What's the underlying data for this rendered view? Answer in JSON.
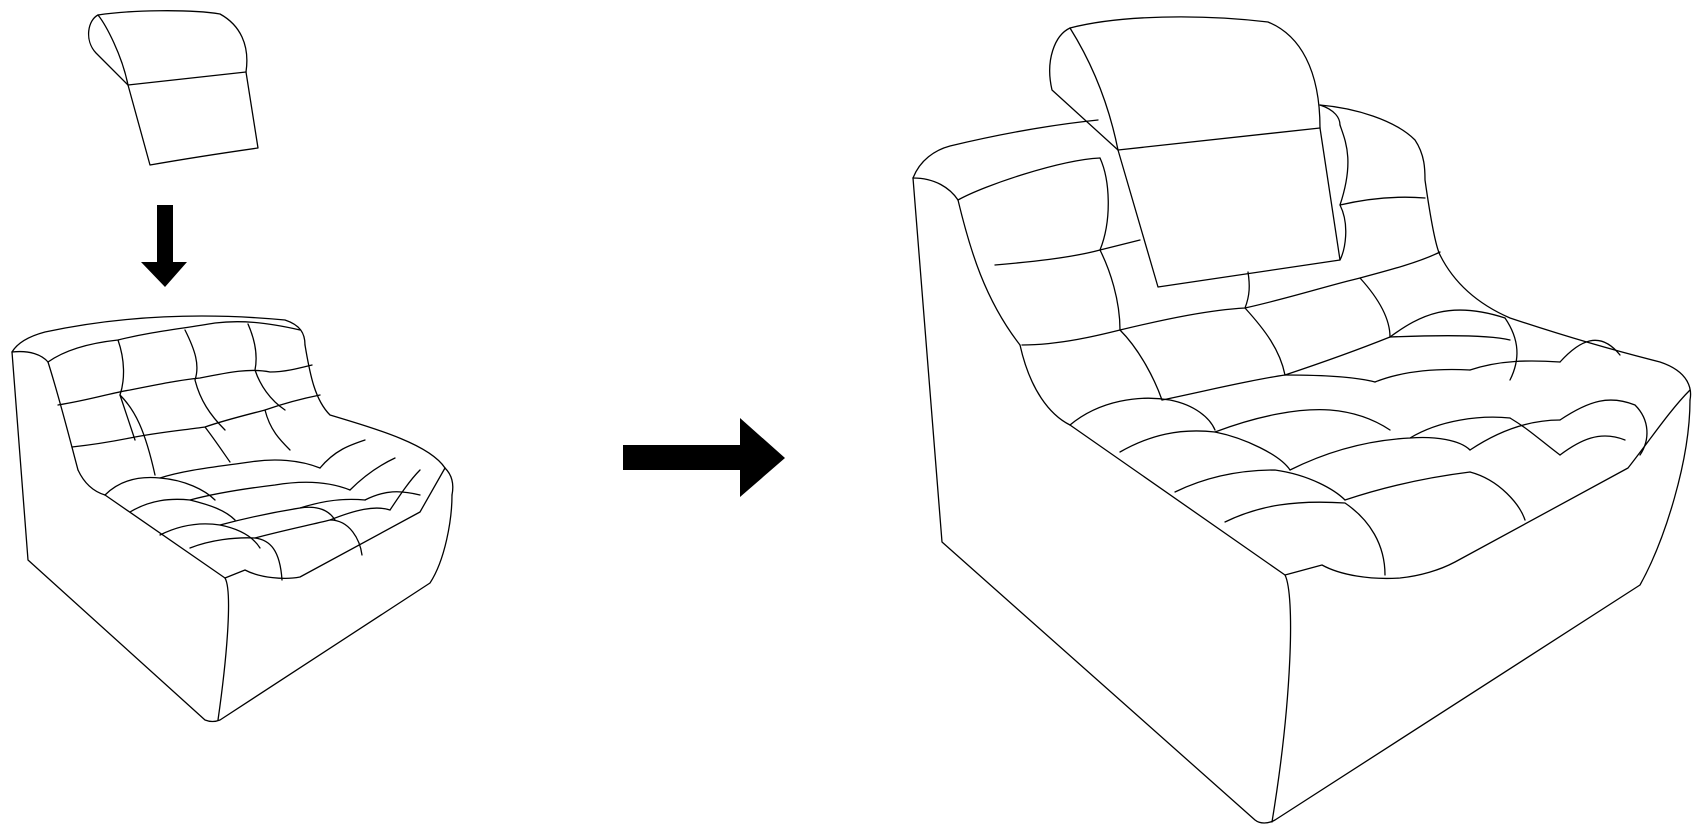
{
  "diagram": {
    "steps": [
      {
        "name": "headrest-piece"
      },
      {
        "name": "small-sofa"
      },
      {
        "name": "sofa-with-headrest"
      }
    ],
    "colors": {
      "line": "#000000",
      "background": "#ffffff"
    },
    "icons": [
      "down-arrow-icon",
      "right-arrow-icon"
    ]
  }
}
